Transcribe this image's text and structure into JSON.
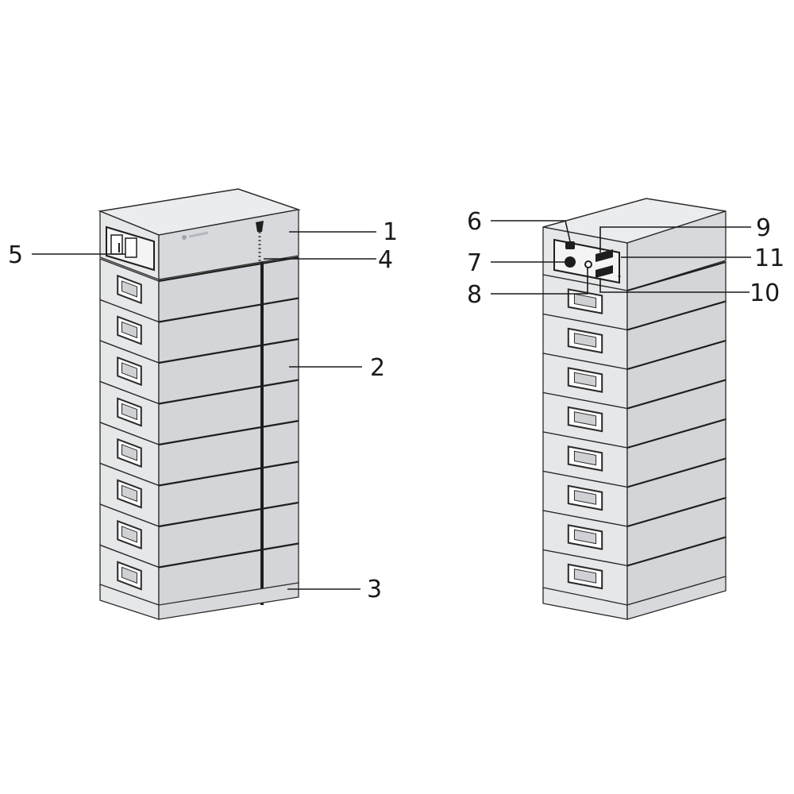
{
  "figure": {
    "callouts": [
      {
        "id": "c1",
        "number": "1"
      },
      {
        "id": "c2",
        "number": "2"
      },
      {
        "id": "c3",
        "number": "3"
      },
      {
        "id": "c4",
        "number": "4"
      },
      {
        "id": "c5",
        "number": "5"
      },
      {
        "id": "c6",
        "number": "6"
      },
      {
        "id": "c7",
        "number": "7"
      },
      {
        "id": "c8",
        "number": "8"
      },
      {
        "id": "c9",
        "number": "9"
      },
      {
        "id": "c10",
        "number": "10"
      },
      {
        "id": "c11",
        "number": "11"
      }
    ],
    "front_view": {
      "battery_module_count": 8
    },
    "rear_view": {
      "battery_module_count": 8
    },
    "colors": {
      "body_front": "#e6e7e9",
      "body_side": "#d3d5d8",
      "top": "#ebecee",
      "outline": "#2a2a2a",
      "seam": "#1e1e1e",
      "recess": "#ffffff"
    }
  }
}
